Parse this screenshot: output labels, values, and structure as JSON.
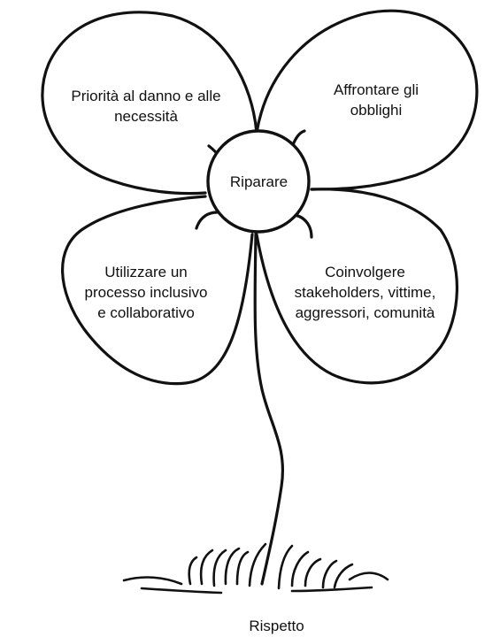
{
  "center": {
    "label": "Riparare"
  },
  "petals": {
    "top_left": {
      "lines": [
        "Priorità al danno e alle",
        "necessità"
      ]
    },
    "top_right": {
      "lines": [
        "Affrontare gli",
        "obblighi"
      ]
    },
    "bottom_left": {
      "lines": [
        "Utilizzare un",
        "processo inclusivo",
        "e collaborativo"
      ]
    },
    "bottom_right": {
      "lines": [
        "Coinvolgere",
        "stakeholders, vittime,",
        "aggressori, comunità"
      ]
    }
  },
  "ground": {
    "label": "Rispetto"
  },
  "colors": {
    "stroke": "#111111",
    "background": "#ffffff",
    "text": "#111111"
  }
}
